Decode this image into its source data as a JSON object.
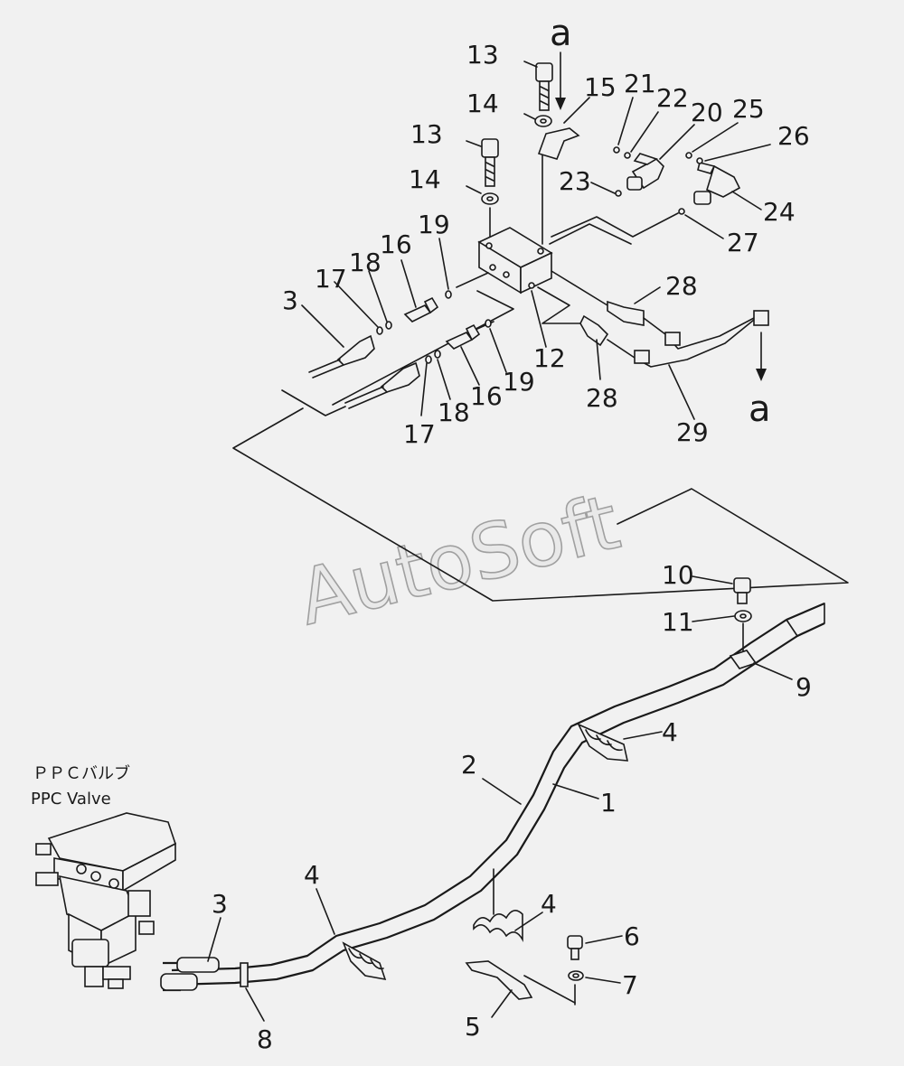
{
  "watermark": "AutoSoft",
  "caption": {
    "jp": "ＰＰＣバルブ",
    "en": "PPC Valve"
  },
  "ref_top": "a",
  "ref_right": "a",
  "callouts": [
    "13",
    "14",
    "13",
    "14",
    "15",
    "21",
    "22",
    "20",
    "25",
    "26",
    "23",
    "24",
    "27",
    "19",
    "16",
    "18",
    "17",
    "3",
    "28",
    "12",
    "19",
    "16",
    "18",
    "17",
    "28",
    "29",
    "10",
    "11",
    "9",
    "4",
    "2",
    "1",
    "4",
    "4",
    "3",
    "6",
    "7",
    "5",
    "8"
  ]
}
